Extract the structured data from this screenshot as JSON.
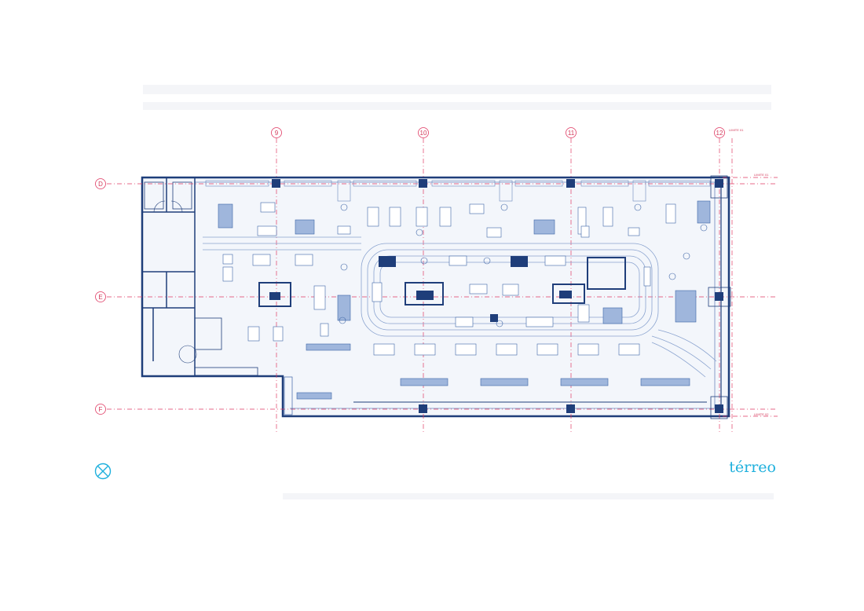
{
  "floor": {
    "label": "térreo"
  },
  "grid": {
    "columns": [
      "9",
      "10",
      "11",
      "12"
    ],
    "rows": [
      "D",
      "E",
      "F"
    ],
    "limits": [
      "LIMITE\n01",
      "LIMITE\n01",
      "LIMITE\n02"
    ]
  },
  "colors": {
    "wall": "#1f3e7a",
    "furniture": "#3d64a6",
    "furniture_fill": "#9fb6dc",
    "floor": "#f3f6fb",
    "grid": "#e03a63",
    "accent": "#1fb0dd"
  },
  "icons": {
    "north": "north-arrow-icon"
  }
}
